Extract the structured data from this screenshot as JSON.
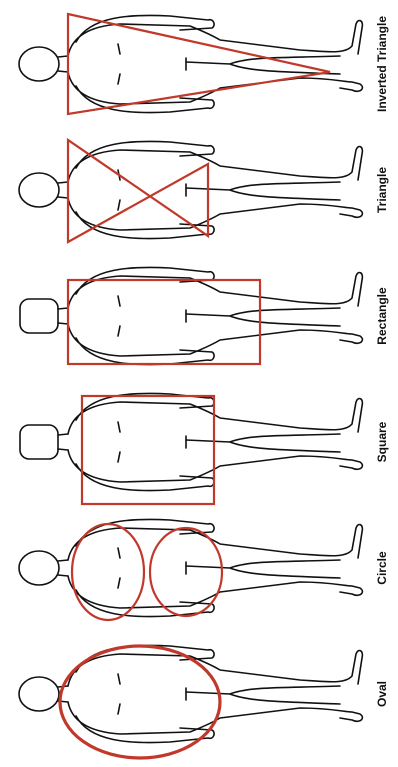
{
  "diagram": {
    "shape_color": "#c0392b",
    "figure_color": "#111111",
    "background": "#ffffff",
    "shapes": [
      {
        "id": "inverted-triangle",
        "label": "Inverted Triangle",
        "overlay": "inverted-triangle",
        "head": "round"
      },
      {
        "id": "triangle",
        "label": "Triangle",
        "overlay": "bowtie-triangle",
        "head": "round"
      },
      {
        "id": "rectangle",
        "label": "Rectangle",
        "overlay": "rectangle",
        "head": "square"
      },
      {
        "id": "square",
        "label": "Square",
        "overlay": "square",
        "head": "square"
      },
      {
        "id": "circle",
        "label": "Circle",
        "overlay": "double-circle",
        "head": "round"
      },
      {
        "id": "oval",
        "label": "Oval",
        "overlay": "oval",
        "head": "round"
      }
    ]
  }
}
